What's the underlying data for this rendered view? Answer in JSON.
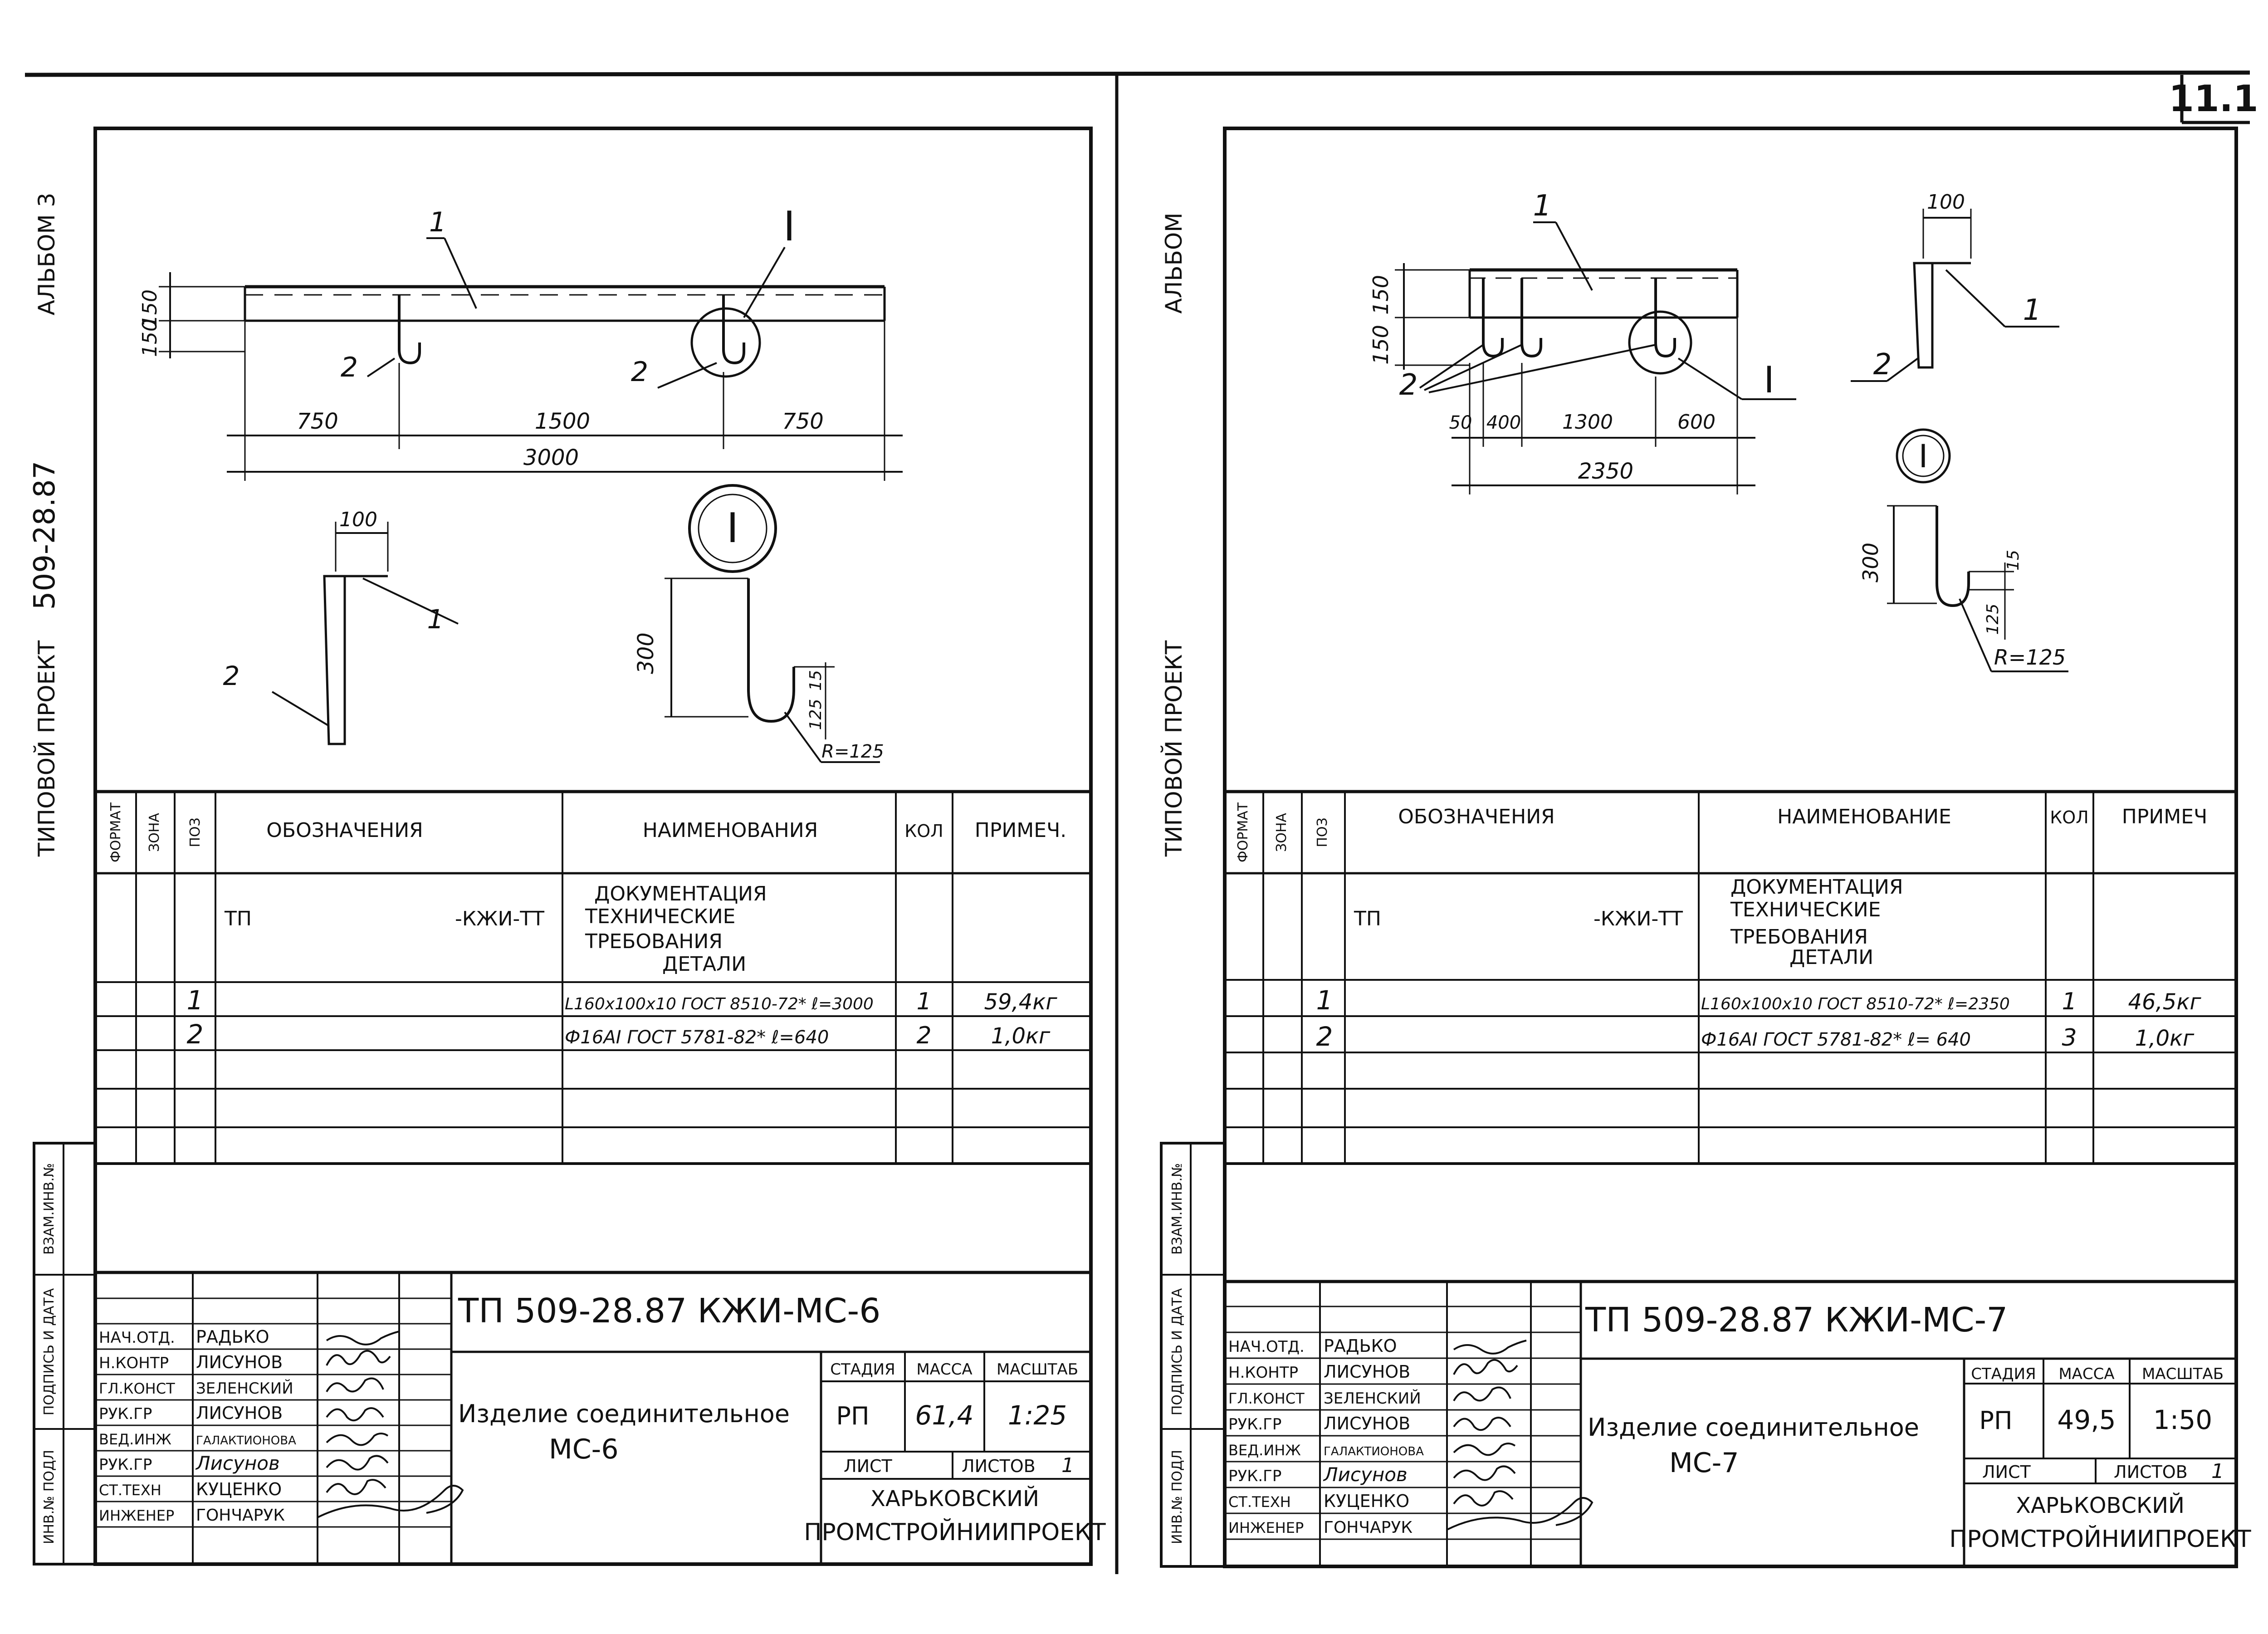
{
  "page_number": "11.1",
  "left_sheet": {
    "side_labels": {
      "album": "АЛЬБОМ 3",
      "project_code": "509-28.87",
      "project_type": "ТИПОВОЙ ПРОЕКТ",
      "stamp_fields": [
        "ИНВ.№ ПОДЛ",
        "ПОДПИСЬ И ДАТА",
        "ВЗАМ.ИНВ.№"
      ]
    },
    "drawing": {
      "callout_main": "I",
      "callout_detail": "I",
      "pos1": "1",
      "pos2a": "2",
      "pos2b": "2",
      "pos1_section": "1",
      "pos2_section": "2",
      "dim_height1": "150",
      "dim_height2": "150",
      "dim_seg1": "750",
      "dim_seg2": "1500",
      "dim_seg3": "750",
      "dim_total": "3000",
      "dim_flange": "100",
      "dim_rod": "300",
      "dim_hook1": "15",
      "dim_hook2": "125",
      "radius": "R=125"
    },
    "spec_table": {
      "headers": [
        "ФОРМАТ",
        "ЗОНА",
        "ПОЗ",
        "ОБОЗНАЧЕНИЯ",
        "НАИМЕНОВАНИЯ",
        "КОЛ",
        "ПРИМЕЧ."
      ],
      "doc_code_left": "ТП",
      "doc_code_right": "-КЖИ-ТТ",
      "doc_lines": [
        "ДОКУМЕНТАЦИЯ",
        "ТЕХНИЧЕСКИЕ",
        "ТРЕБОВАНИЯ",
        "ДЕТАЛИ"
      ],
      "rows": [
        {
          "pos": "1",
          "name": "L160x100x10 ГОСТ 8510-72* ℓ=3000",
          "qty": "1",
          "note": "59,4кг"
        },
        {
          "pos": "2",
          "name": "Ф16АI ГОСТ 5781-82* ℓ=640",
          "qty": "2",
          "note": "1,0кг"
        }
      ]
    },
    "title_block": {
      "doc_title": "ТП  509-28.87  КЖИ-МС-6",
      "item_name_line1": "Изделие соединительное",
      "item_name_line2": "МС-6",
      "stage_label": "СТАДИЯ",
      "mass_label": "МАССА",
      "scale_label": "МАСШТАБ",
      "stage": "РП",
      "mass": "61,4",
      "scale": "1:25",
      "sheet_label": "ЛИСТ",
      "sheets_label": "ЛИСТОВ",
      "sheets_count": "1",
      "org_line1": "ХАРЬКОВСКИЙ",
      "org_line2": "ПРОМСТРОЙНИИПРОЕКТ",
      "people": [
        {
          "role": "НАЧ.ОТД.",
          "name": "РАДЬКО"
        },
        {
          "role": "Н.КОНТР",
          "name": "ЛИСУНОВ"
        },
        {
          "role": "ГЛ.КОНСТ",
          "name": "ЗЕЛЕНСКИЙ"
        },
        {
          "role": "РУК.ГР",
          "name": "ЛИСУНОВ"
        },
        {
          "role": "ВЕД.ИНЖ",
          "name": "ГАЛАКТИОНОВА"
        },
        {
          "role": "РУК.ГР",
          "name": "Лисунов"
        },
        {
          "role": "СТ.ТЕХН",
          "name": "КУЦЕНКО"
        },
        {
          "role": "ИНЖЕНЕР",
          "name": "ГОНЧАРУК"
        }
      ]
    }
  },
  "right_sheet": {
    "side_labels": {
      "album": "АЛЬБОМ",
      "project_type": "ТИПОВОЙ ПРОЕКТ",
      "stamp_fields": [
        "ИНВ.№ ПОДЛ",
        "ПОДПИСЬ И ДАТА",
        "ВЗАМ.ИНВ.№"
      ]
    },
    "drawing": {
      "callout_main": "I",
      "callout_detail": "I",
      "pos1": "1",
      "pos2": "2",
      "pos1_section": "1",
      "pos2_section": "2",
      "dim_height1": "150",
      "dim_height2": "150",
      "dim_seg1": "50",
      "dim_seg2": "400",
      "dim_seg3": "1300",
      "dim_seg4": "600",
      "dim_total": "2350",
      "dim_flange": "100",
      "dim_rod": "300",
      "dim_hook1": "15",
      "dim_hook2": "125",
      "radius": "R=125"
    },
    "spec_table": {
      "headers": [
        "ФОРМАТ",
        "ЗОНА",
        "ПОЗ",
        "ОБОЗНАЧЕНИЯ",
        "НАИМЕНОВАНИЕ",
        "КОЛ",
        "ПРИМЕЧ"
      ],
      "doc_code_left": "ТП",
      "doc_code_right": "-КЖИ-ТТ",
      "doc_lines": [
        "ДОКУМЕНТАЦИЯ",
        "ТЕХНИЧЕСКИЕ",
        "ТРЕБОВАНИЯ",
        "ДЕТАЛИ"
      ],
      "rows": [
        {
          "pos": "1",
          "name": "L160x100x10 ГОСТ 8510-72* ℓ=2350",
          "qty": "1",
          "note": "46,5кг"
        },
        {
          "pos": "2",
          "name": "Ф16АI ГОСТ 5781-82* ℓ= 640",
          "qty": "3",
          "note": "1,0кг"
        }
      ]
    },
    "title_block": {
      "doc_title": "ТП  509-28.87  КЖИ-МС-7",
      "item_name_line1": "Изделие соединительное",
      "item_name_line2": "МС-7",
      "stage_label": "СТАДИЯ",
      "mass_label": "МАССА",
      "scale_label": "МАСШТАБ",
      "stage": "РП",
      "mass": "49,5",
      "scale": "1:50",
      "sheet_label": "ЛИСТ",
      "sheets_label": "ЛИСТОВ",
      "sheets_count": "1",
      "org_line1": "ХАРЬКОВСКИЙ",
      "org_line2": "ПРОМСТРОЙНИИПРОЕКТ",
      "people": [
        {
          "role": "НАЧ.ОТД.",
          "name": "РАДЬКО"
        },
        {
          "role": "Н.КОНТР",
          "name": "ЛИСУНОВ"
        },
        {
          "role": "ГЛ.КОНСТ",
          "name": "ЗЕЛЕНСКИЙ"
        },
        {
          "role": "РУК.ГР",
          "name": "ЛИСУНОВ"
        },
        {
          "role": "ВЕД.ИНЖ",
          "name": "ГАЛАКТИОНОВА"
        },
        {
          "role": "РУК.ГР",
          "name": "Лисунов"
        },
        {
          "role": "СТ.ТЕХН",
          "name": "КУЦЕНКО"
        },
        {
          "role": "ИНЖЕНЕР",
          "name": "ГОНЧАРУК"
        }
      ]
    }
  }
}
